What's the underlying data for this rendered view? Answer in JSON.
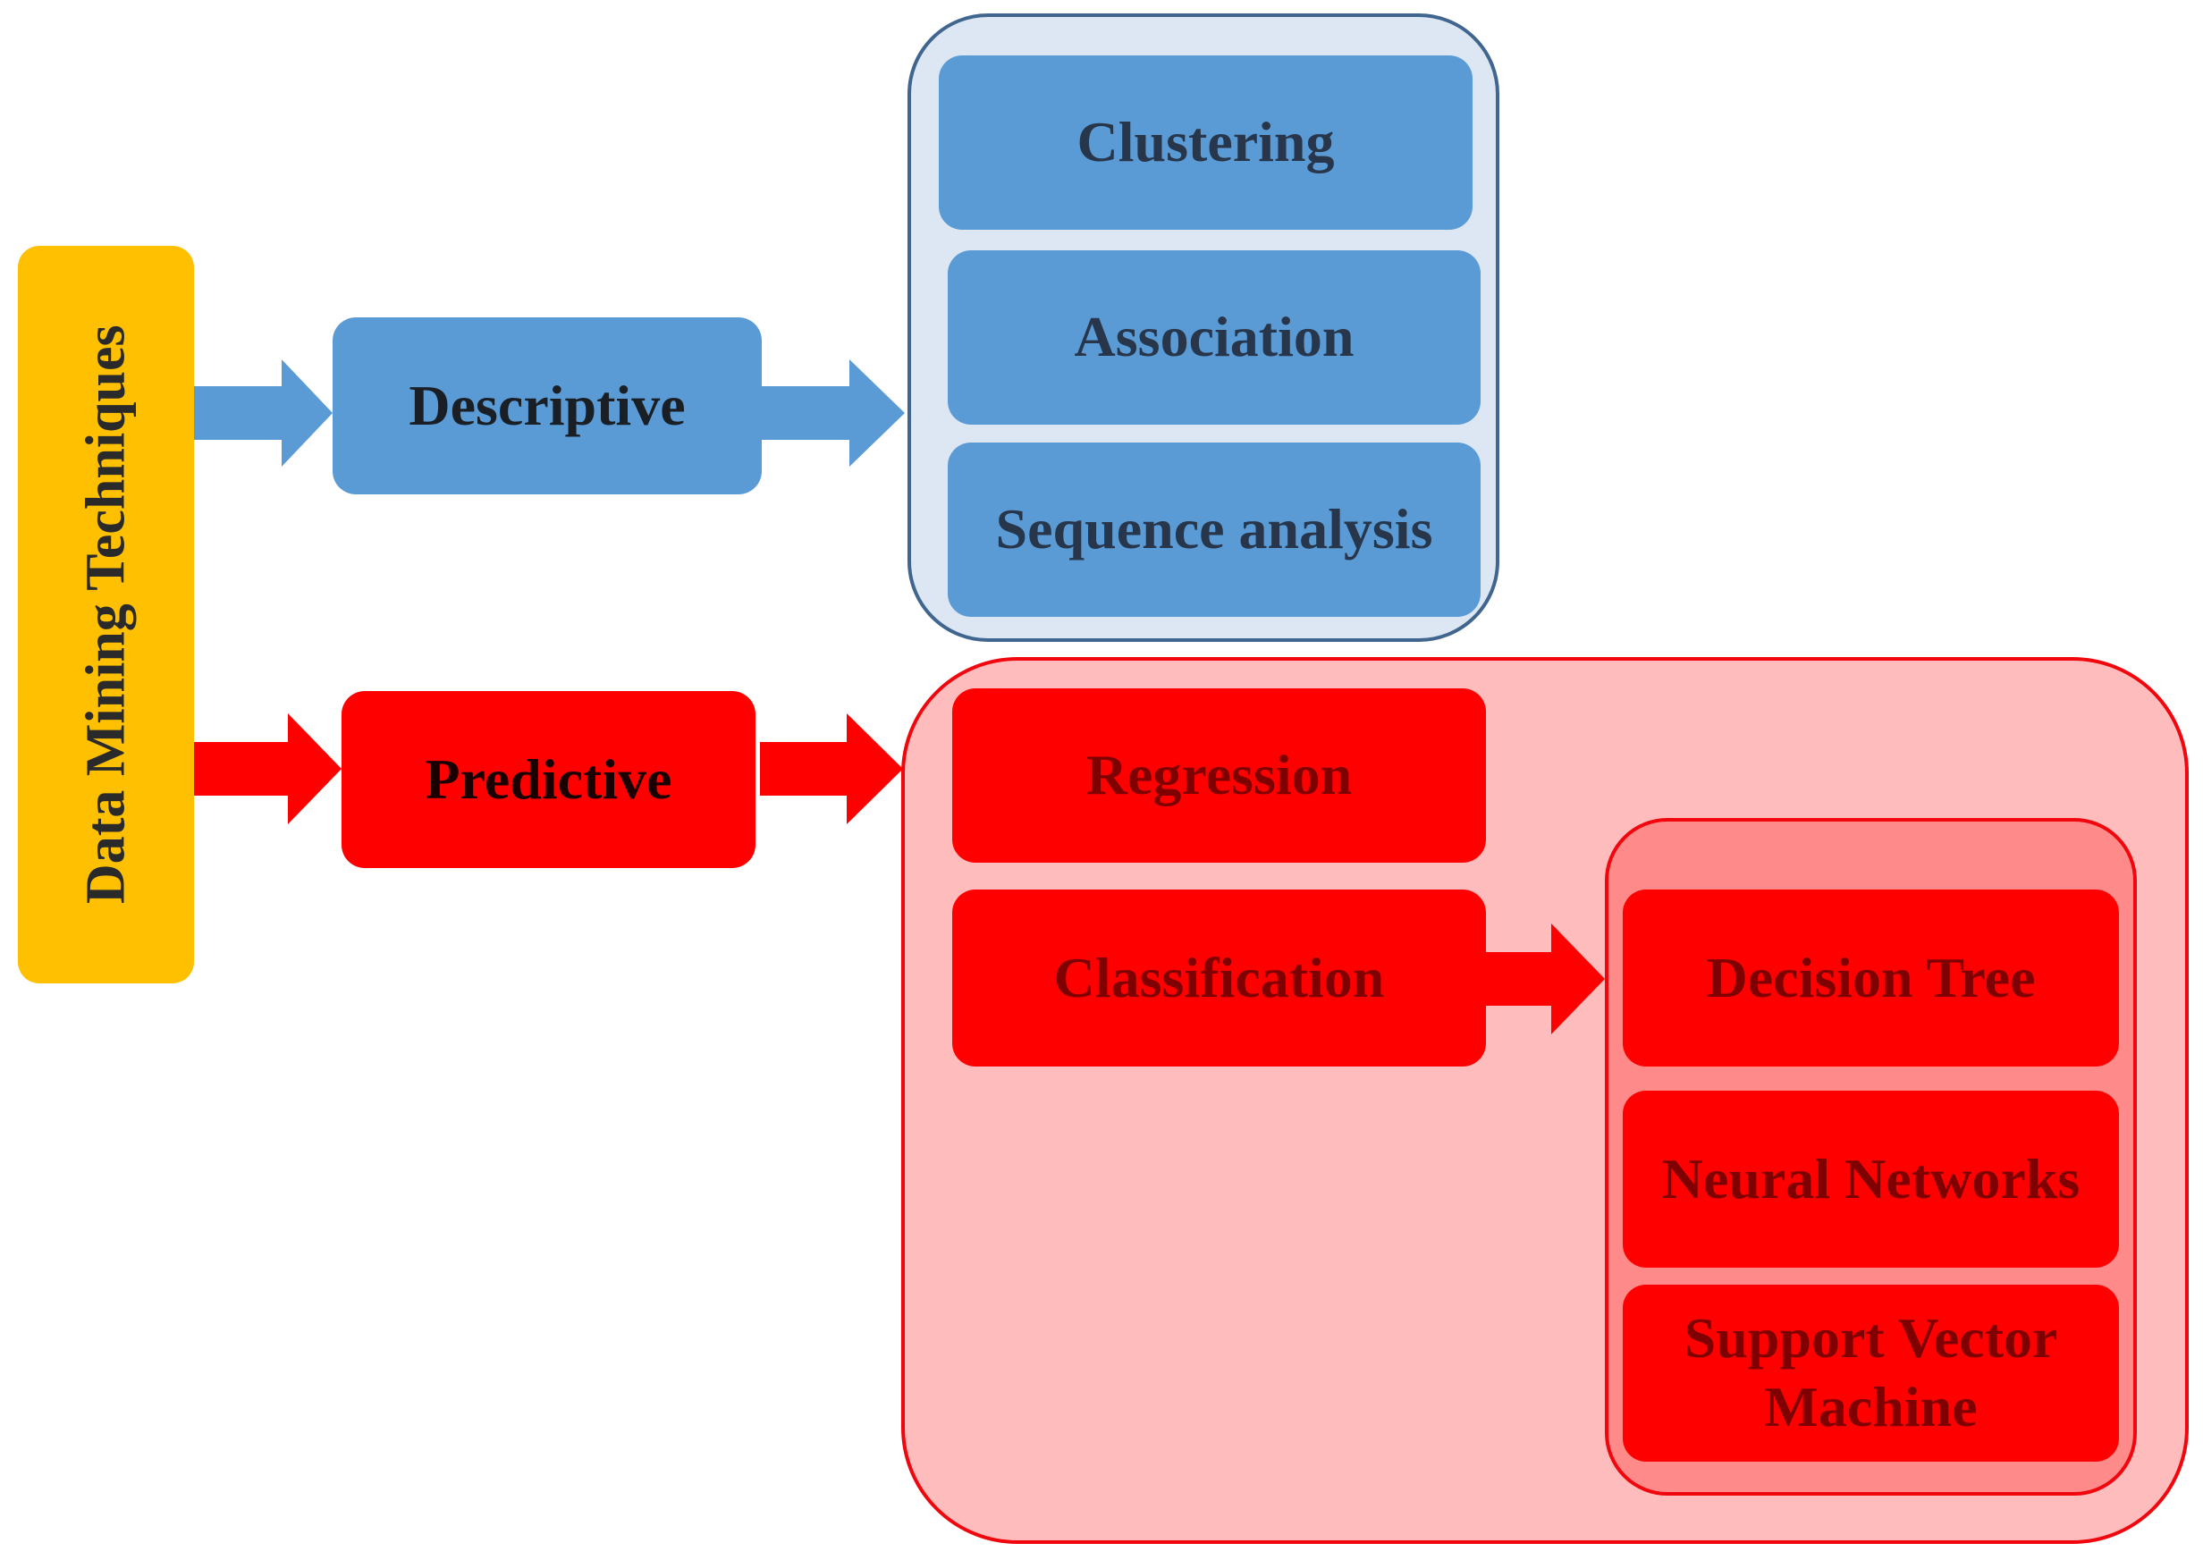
{
  "diagram": {
    "root": {
      "label": "Data Mining Techniques"
    },
    "descriptive": {
      "label": "Descriptive",
      "items": [
        "Clustering",
        "Association",
        "Sequence analysis"
      ]
    },
    "predictive": {
      "label": "Predictive",
      "regression": "Regression",
      "classification": "Classification",
      "classification_items": [
        "Decision Tree",
        "Neural Networks",
        "Support Vector Machine"
      ]
    }
  },
  "colors": {
    "root": "#fec000",
    "descriptive": "#5b9bd5",
    "descriptive_group_fill": "#dce7f3",
    "predictive": "#ff0000",
    "predictive_group_fill": "#ffbcbd",
    "classification_group_fill": "#ff8a8a"
  }
}
